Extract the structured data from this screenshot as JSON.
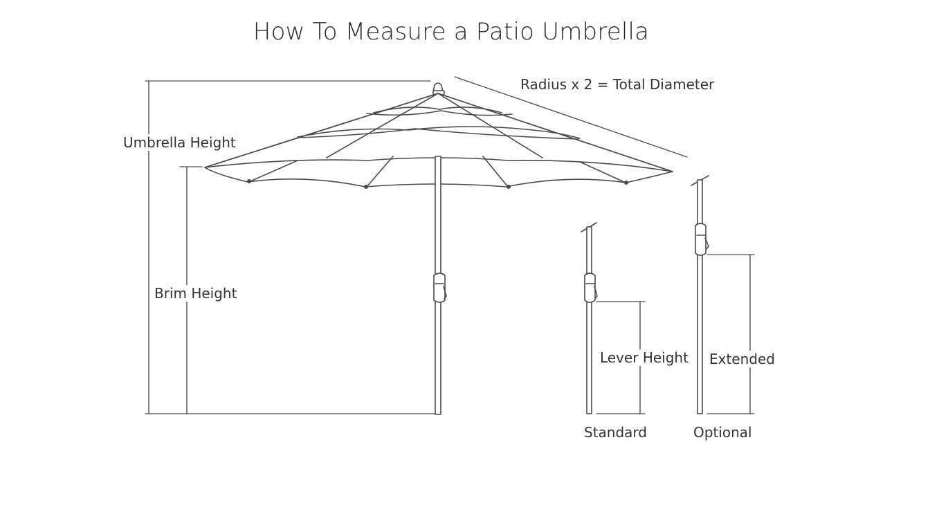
{
  "title": "How To Measure a Patio Umbrella",
  "labels": {
    "radius": "Radius x 2 = Total Diameter",
    "umbrella_height": "Umbrella Height",
    "brim_height": "Brim Height",
    "lever_height": "Lever Height",
    "extended": "Extended",
    "standard": "Standard",
    "optional": "Optional"
  },
  "colors": {
    "line": "#4a4a4a",
    "text": "#333333",
    "background": "#ffffff"
  }
}
